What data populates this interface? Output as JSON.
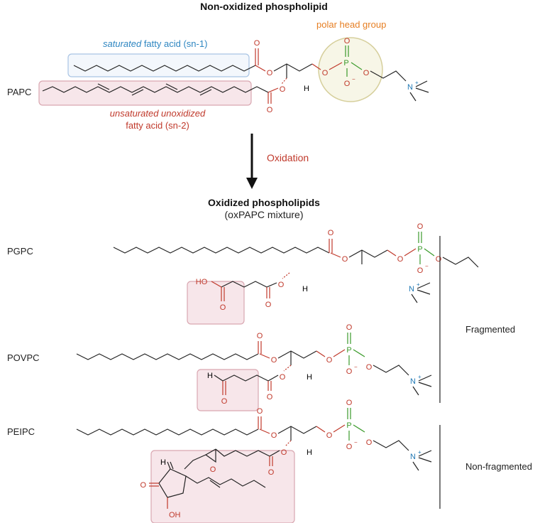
{
  "colors": {
    "oxygen": "#c0392b",
    "phosphorus": "#3a9a2a",
    "nitrogen": "#1f78b4",
    "saturated": "#2e86c1",
    "unsaturated": "#c0392b",
    "head": "#e67e22",
    "oxidation": "#c0392b",
    "box_red_fill": "#f7e6ea",
    "box_red_stroke": "#d9a7b1",
    "box_blue_fill": "#f3f7fc",
    "box_blue_stroke": "#a9c4e4",
    "head_fill": "#f7f6e7",
    "head_stroke": "#d6cf9c"
  },
  "top": {
    "title": "Non-oxidized phospholipid",
    "molecule_label": "PAPC",
    "saturated_italic": "saturated",
    "saturated_rest": " fatty acid (sn-1)",
    "unsaturated_italic": "unsaturated unoxidized",
    "unsaturated_line2": "fatty acid (sn-2)",
    "head_group": "polar head group"
  },
  "arrow_label": "Oxidation",
  "bottom": {
    "title": "Oxidized phospholipids",
    "subtitle": "(oxPAPC mixture)",
    "molecules": [
      "PGPC",
      "POVPC",
      "PEIPC"
    ],
    "group_fragmented": "Fragmented",
    "group_nonfragmented": "Non-fragmented"
  },
  "atoms": {
    "O": "O",
    "P": "P",
    "N": "N",
    "H": "H",
    "HO": "HO",
    "OH": "OH",
    "plus": "+",
    "minus": "−"
  }
}
